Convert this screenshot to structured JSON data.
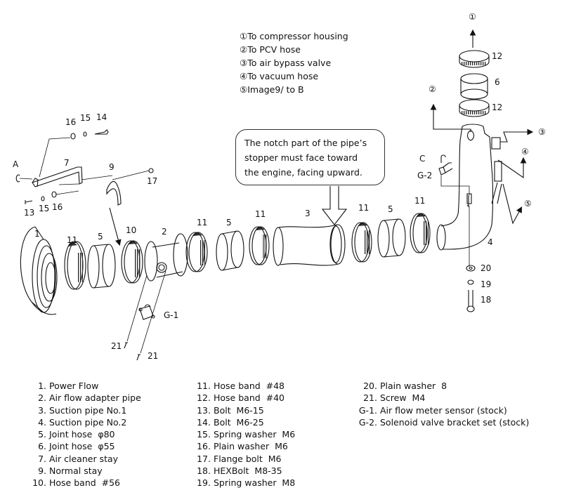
{
  "destinations": [
    {
      "mark": "①",
      "text": "To compressor housing"
    },
    {
      "mark": "②",
      "text": "To PCV hose"
    },
    {
      "mark": "③",
      "text": "To air bypass valve"
    },
    {
      "mark": "④",
      "text": "To vacuum hose"
    },
    {
      "mark": "⑤",
      "text": "Image9/ to B"
    }
  ],
  "note": {
    "lines": [
      "The notch part of the pipe’s",
      "stopper must face toward",
      "the engine, facing upward."
    ]
  },
  "diagram_labels": {
    "p1": "1",
    "p2": "2",
    "p3": "3",
    "p4": "4",
    "p5a": "5",
    "p5b": "5",
    "p5c": "5",
    "p6": "6",
    "p7": "7",
    "p9": "9",
    "p10": "10",
    "p11a": "11",
    "p11b": "11",
    "p11c": "11",
    "p11d": "11",
    "p11e": "11",
    "p12a": "12",
    "p12b": "12",
    "p13": "13",
    "p14": "14",
    "p15a": "15",
    "p15b": "15",
    "p16a": "16",
    "p16b": "16",
    "p17": "17",
    "p18": "18",
    "p19": "19",
    "p20": "20",
    "p21a": "21",
    "p21b": "21",
    "g1": "G-1",
    "g2": "G-2",
    "a": "A",
    "c": "C",
    "c1": "①",
    "c2": "②",
    "c3": "③",
    "c4": "④",
    "c5": "⑤"
  },
  "parts_list": {
    "col1": [
      {
        "num": "1.",
        "name": "Power Flow"
      },
      {
        "num": "2.",
        "name": "Air flow adapter pipe"
      },
      {
        "num": "3.",
        "name": "Suction pipe No.1"
      },
      {
        "num": "4.",
        "name": "Suction pipe No.2"
      },
      {
        "num": "5.",
        "name": "Joint hose  φ80"
      },
      {
        "num": "6.",
        "name": "Joint hose  φ55"
      },
      {
        "num": "7.",
        "name": "Air cleaner stay"
      },
      {
        "num": "9.",
        "name": "Normal stay"
      },
      {
        "num": "10.",
        "name": "Hose band  #56"
      }
    ],
    "col2": [
      {
        "num": "11.",
        "name": "Hose band  #48"
      },
      {
        "num": "12.",
        "name": "Hose band  #40"
      },
      {
        "num": "13.",
        "name": "Bolt  M6-15"
      },
      {
        "num": "14.",
        "name": "Bolt  M6-25"
      },
      {
        "num": "15.",
        "name": "Spring washer  M6"
      },
      {
        "num": "16.",
        "name": "Plain washer  M6"
      },
      {
        "num": "17.",
        "name": "Flange bolt  M6"
      },
      {
        "num": "18.",
        "name": "HEXBolt  M8-35"
      },
      {
        "num": "19.",
        "name": "Spring washer  M8"
      }
    ],
    "col3": [
      {
        "num": "20.",
        "name": "Plain washer  8"
      },
      {
        "num": "21.",
        "name": "Screw  M4"
      },
      {
        "num": "G-1.",
        "name": "Air flow meter sensor (stock)"
      },
      {
        "num": "G-2.",
        "name": "Solenoid valve bracket set (stock)"
      }
    ]
  }
}
